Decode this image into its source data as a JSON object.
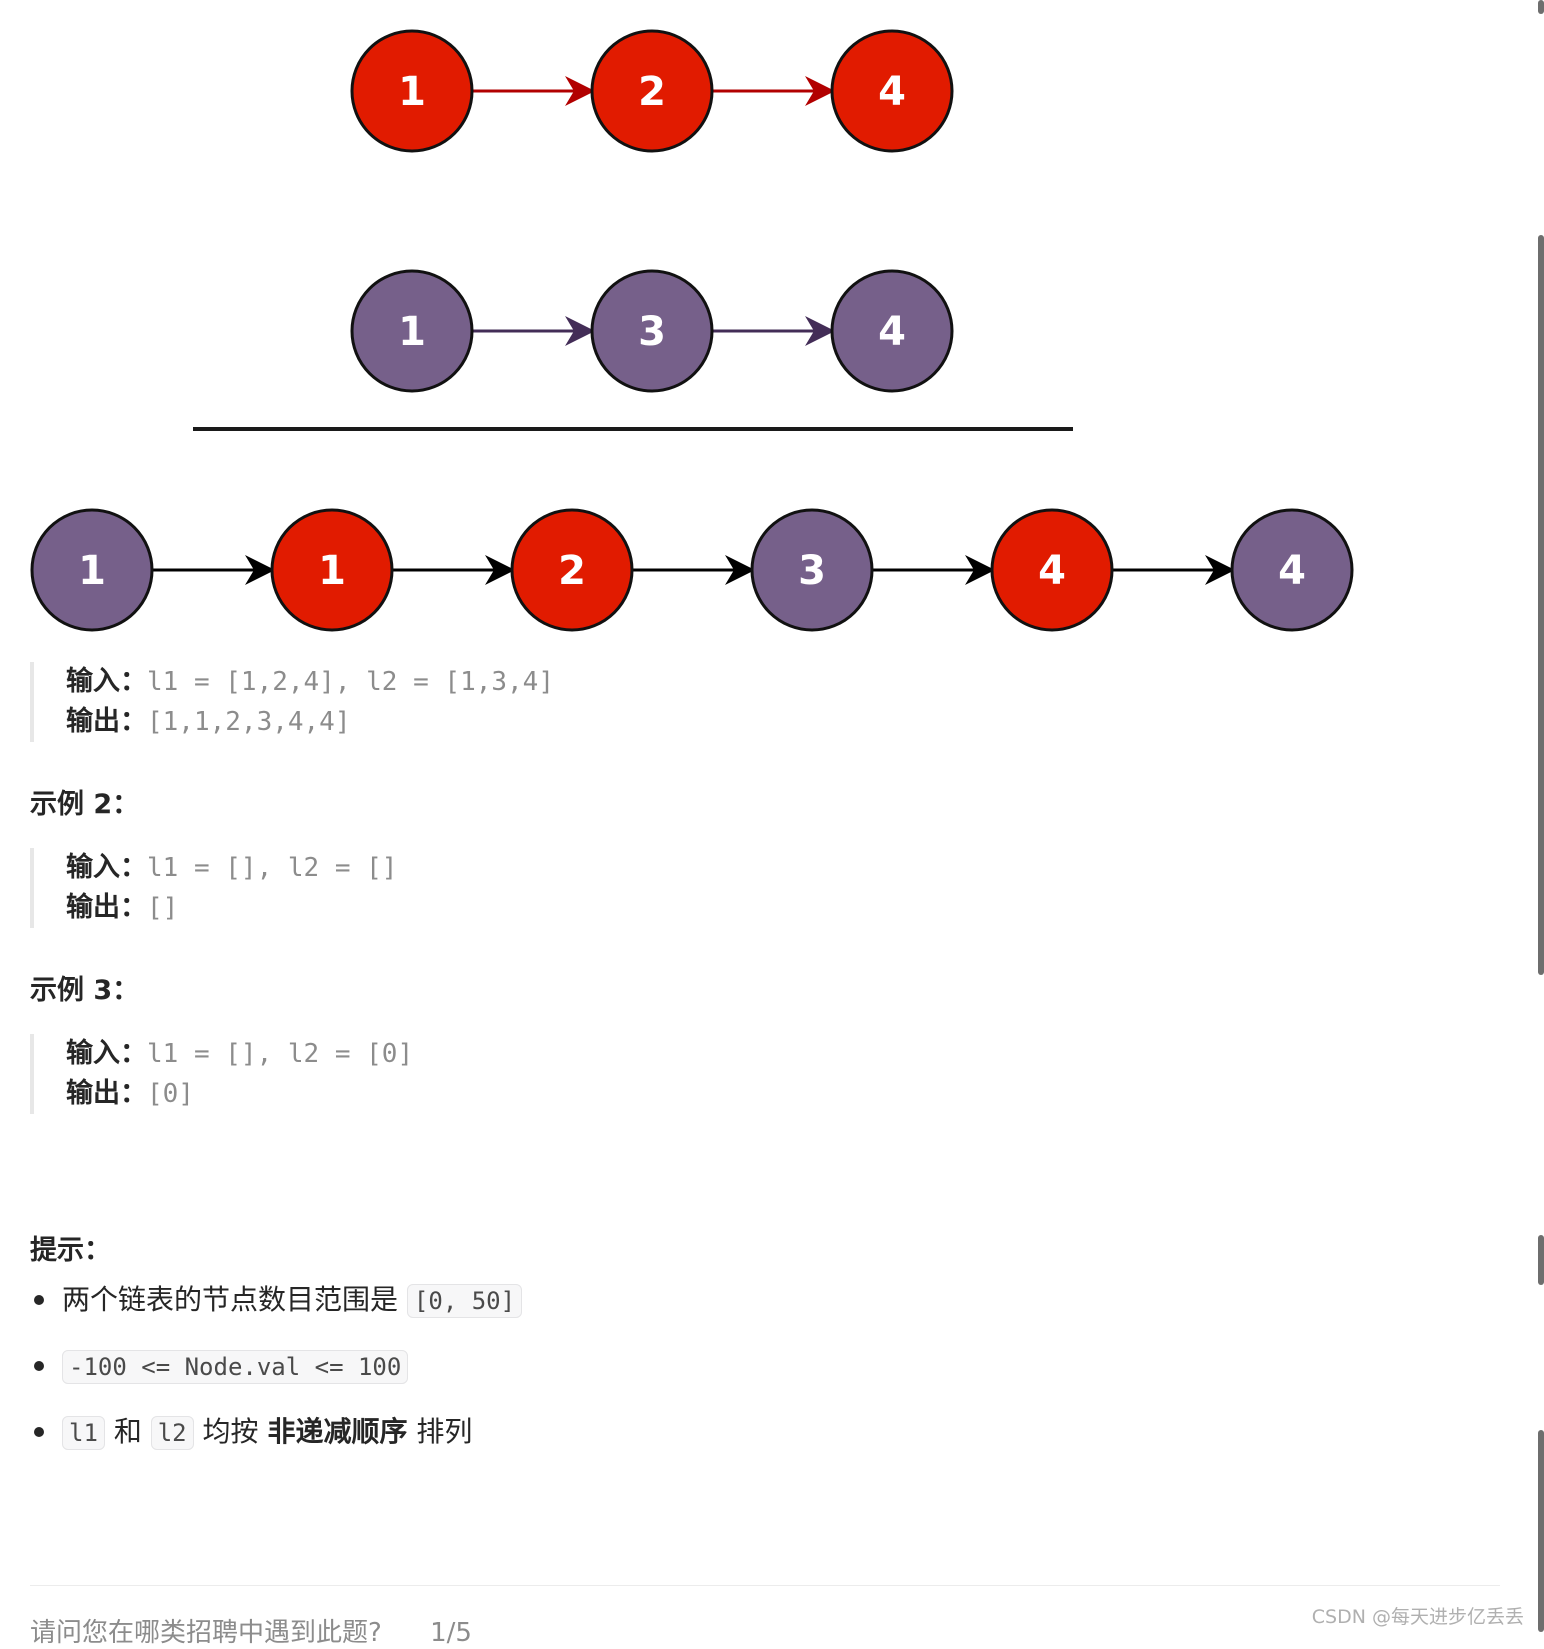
{
  "diagram": {
    "list1": [
      "1",
      "2",
      "4"
    ],
    "list2": [
      "1",
      "3",
      "4"
    ],
    "merged": [
      {
        "v": "1",
        "color": "purple"
      },
      {
        "v": "1",
        "color": "red"
      },
      {
        "v": "2",
        "color": "red"
      },
      {
        "v": "3",
        "color": "purple"
      },
      {
        "v": "4",
        "color": "red"
      },
      {
        "v": "4",
        "color": "purple"
      }
    ],
    "colors": {
      "red": "#e11b00",
      "purple": "#76608a",
      "red_arrow": "#b20000",
      "purple_arrow": "#432d57",
      "black": "#000000"
    }
  },
  "example1": {
    "input_label": "输入：",
    "input_value": "l1 = [1,2,4], l2 = [1,3,4]",
    "output_label": "输出：",
    "output_value": "[1,1,2,3,4,4]"
  },
  "example2": {
    "title": "示例 2：",
    "input_label": "输入：",
    "input_value": "l1 = [], l2 = []",
    "output_label": "输出：",
    "output_value": "[]"
  },
  "example3": {
    "title": "示例 3：",
    "input_label": "输入：",
    "input_value": "l1 = [], l2 = [0]",
    "output_label": "输出：",
    "output_value": "[0]"
  },
  "hints": {
    "title": "提示：",
    "item1_text": "两个链表的节点数目范围是",
    "item1_code": "[0, 50]",
    "item2_code": "-100 <= Node.val <= 100",
    "item3_code_a": "l1",
    "item3_and": "和",
    "item3_code_b": "l2",
    "item3_mid": "均按",
    "item3_bold": "非递减顺序",
    "item3_end": "排列"
  },
  "footer": {
    "question": "请问您在哪类招聘中遇到此题?",
    "pager": "1/5"
  },
  "watermark": "CSDN @每天进步亿丢丢"
}
